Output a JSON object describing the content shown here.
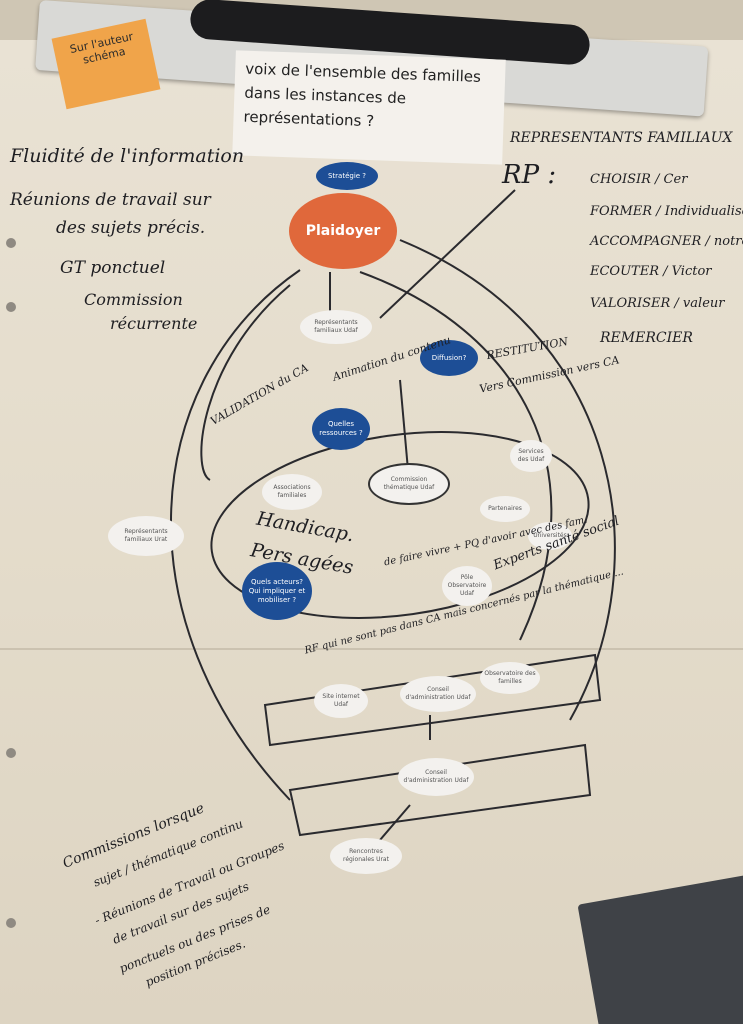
{
  "sticky_note": {
    "text": "Sur l'auteur schéma"
  },
  "question_card": {
    "text": "voix de l'ensemble des familles dans les instances de représentations ?"
  },
  "left_notes": {
    "line1": "Fluidité de l'information",
    "line2": "Réunions de travail sur",
    "line3": "des sujets précis.",
    "line4": "GT ponctuel",
    "line5": "Commission",
    "line6": "récurrente"
  },
  "right_notes": {
    "title": "REPRESENTANTS FAMILIAUX",
    "rp": "RP :",
    "items": [
      "CHOISIR / Cer",
      "FORMER / Individualiser",
      "ACCOMPAGNER / notre",
      "ECOUTER / Victor",
      "VALORISER / valeur",
      "REMERCIER"
    ]
  },
  "printed_shapes": {
    "strategie": "Stratégie ?",
    "plaidoyer": "Plaidoyer",
    "representants_udaf": "Représentants familiaux Udaf",
    "diffusion": "Diffusion?",
    "quelles_ressources": "Quelles ressources ?",
    "commission": "Commission thématique Udaf",
    "services": "Services des Udaf",
    "associations": "Associations familiales",
    "partenaires": "Partenaires",
    "universites": "Universités",
    "representants_urat": "Représentants familiaux Urat",
    "quels_acteurs": "Quels acteurs? Qui impliquer et mobiliser ?",
    "pole": "Pôle Observatoire Udaf",
    "site": "Site internet Udaf",
    "conseil1": "Conseil d'administration Udaf",
    "observatoire": "Observatoire des familles",
    "conseil2": "Conseil d'administration Udaf",
    "rencontres": "Rencontres régionales Urat"
  },
  "diagram_annotations": {
    "animation": "Animation du contenu",
    "restitution": "RESTITUTION",
    "vers_commission": "Vers Commission vers CA",
    "validation": "VALIDATION du CA",
    "handicap": "Handicap.",
    "pers_agees": "Pers agées",
    "de_faire": "de faire vivre + PQ d'avoir avec des fam.",
    "experts": "Experts santé social",
    "rf_qui": "RF qui ne sont pas dans CA mais concernés par la thématique ..."
  },
  "bottom_note": {
    "line1": "Commissions lorsque",
    "line2": "sujet / thématique continu",
    "line3": "- Réunions de Travail ou Groupes",
    "line4": "de travail sur des sujets",
    "line5": "ponctuels ou des prises de",
    "line6": "position précises."
  },
  "colors": {
    "paper": "#e6dfcf",
    "orange": "#e0683b",
    "blue": "#1d4e96",
    "sticky": "#f0a44a",
    "ink": "#1e1e22"
  }
}
